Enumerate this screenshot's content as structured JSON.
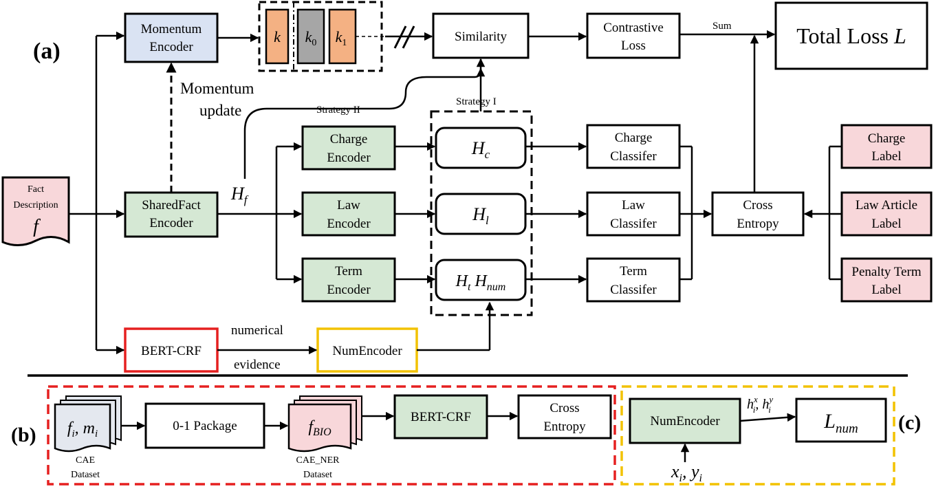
{
  "panels": {
    "a": "(a)",
    "b": "(b)",
    "c": "(c)"
  },
  "nodes": {
    "momentum_encoder": [
      "Momentum",
      "Encoder"
    ],
    "queue": {
      "k": "k",
      "k0": "k",
      "k0_sub": "0",
      "k1": "k",
      "k1_sub": "1"
    },
    "similarity": "Similarity",
    "contrastive_loss": [
      "Contrastive",
      "Loss"
    ],
    "total_loss": {
      "text": "Total Loss ",
      "symbol": "L"
    },
    "fact_description": [
      "Fact",
      "Description",
      "f"
    ],
    "shared_fact_encoder": [
      "SharedFact",
      "Encoder"
    ],
    "charge_encoder": [
      "Charge",
      "Encoder"
    ],
    "law_encoder": [
      "Law",
      "Encoder"
    ],
    "term_encoder": [
      "Term",
      "Encoder"
    ],
    "h_c": {
      "main": "H",
      "sub": "c"
    },
    "h_l": {
      "main": "H",
      "sub": "l"
    },
    "h_t": {
      "main": "H",
      "sub": "t",
      "main2": "H",
      "sub2": "num"
    },
    "charge_classifier": [
      "Charge",
      "Classifer"
    ],
    "law_classifier": [
      "Law",
      "Classifer"
    ],
    "term_classifier": [
      "Term",
      "Classifer"
    ],
    "cross_entropy": [
      "Cross",
      "Entropy"
    ],
    "charge_label": [
      "Charge",
      "Label"
    ],
    "law_article_label": [
      "Law Article",
      "Label"
    ],
    "penalty_term_label": [
      "Penalty Term",
      "Label"
    ],
    "bert_crf": "BERT-CRF",
    "num_encoder": "NumEncoder"
  },
  "annotations": {
    "momentum_update": [
      "Momentum",
      "update"
    ],
    "strategy_ii": "Strategy II",
    "strategy_i": "Strategy I",
    "sum": "Sum",
    "h_f": {
      "main": "H",
      "sub": "f"
    },
    "numerical": "numerical",
    "evidence": "evidence"
  },
  "panel_b": {
    "cae_doc": {
      "main": "f",
      "sub1": "i",
      "mid": ", m",
      "sub2": "i"
    },
    "cae_dataset": [
      "CAE",
      "Dataset"
    ],
    "package": "0-1 Package",
    "bio_doc": {
      "main": "f",
      "sub": "BIO"
    },
    "cae_ner_dataset": [
      "CAE_NER",
      "Dataset"
    ],
    "bert_crf": "BERT-CRF",
    "cross_entropy": [
      "Cross",
      "Entropy"
    ]
  },
  "panel_c": {
    "num_encoder": "NumEncoder",
    "hidden": {
      "h": "h",
      "sup1": "x",
      "sub1": "i",
      "sep": ", ",
      "h2": "h",
      "sup2": "y",
      "sub2": "i"
    },
    "loss": {
      "main": "L",
      "sub": "num"
    },
    "input": {
      "x": "x",
      "sub1": "i",
      "sep": ", ",
      "y": "y",
      "sub2": "i"
    }
  },
  "colors": {
    "blue": "#dae3f3",
    "green": "#d5e8d4",
    "pink": "#f8d7da",
    "orange": "#f4b183",
    "gray": "#a6a6a6",
    "red": "#e52020",
    "yellow": "#f2c200"
  }
}
